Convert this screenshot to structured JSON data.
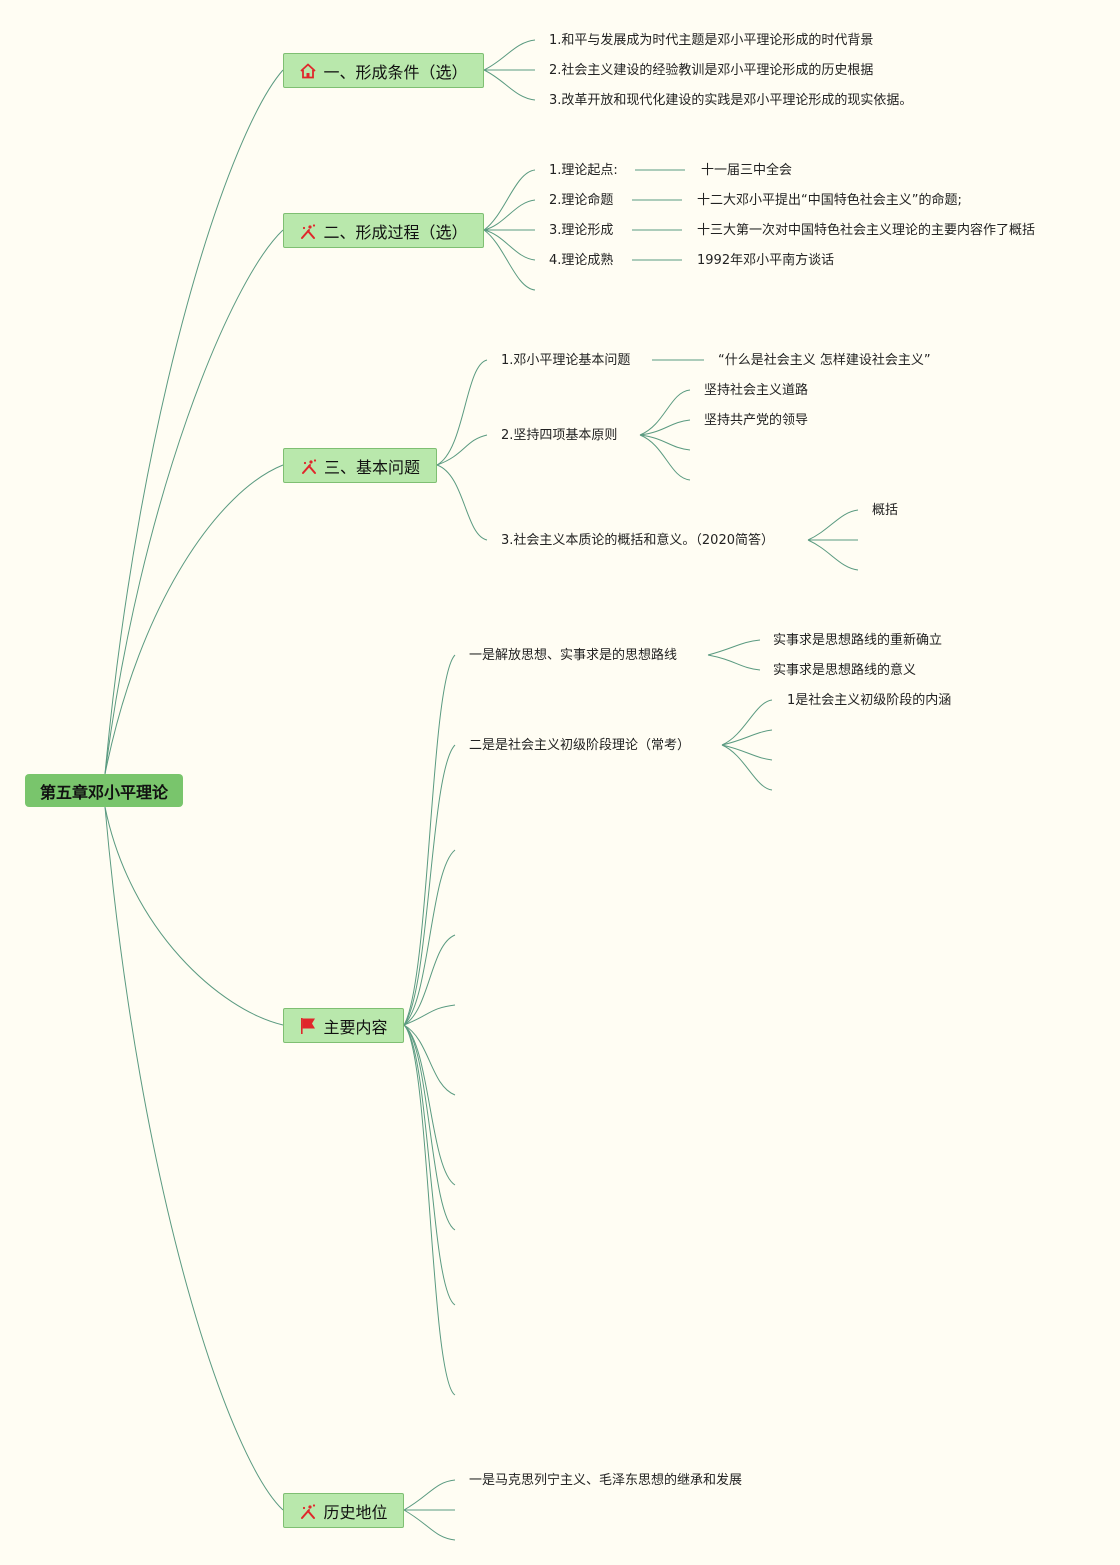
{
  "root": {
    "label": "第五章邓小平理论"
  },
  "branches": {
    "b1": {
      "label": "一、形成条件（选）",
      "icon": "home-icon",
      "items": [
        "1.和平与发展成为时代主题是邓小平理论形成的时代背景",
        "2.社会主义建设的经验教训是邓小平理论形成的历史根据",
        "3.改革开放和现代化建设的实践是邓小平理论形成的现实依据。"
      ]
    },
    "b2": {
      "label": "二、形成过程（选）",
      "icon": "tools-icon",
      "items": [
        {
          "label": "1.理论起点:",
          "detail": "十一届三中全会"
        },
        {
          "label": "2.理论命题",
          "detail": "十二大邓小平提出“中国特色社会主义”的命题;"
        },
        {
          "label": "3.理论形成",
          "detail": "十三大第一次对中国特色社会主义理论的主要内容作了概括"
        },
        {
          "label": "4.理论成熟",
          "detail": "1992年邓小平南方谈话"
        }
      ]
    },
    "b3": {
      "label": "三、基本问题",
      "icon": "tools-icon",
      "items": {
        "q1": {
          "label": "1.邓小平理论基本问题",
          "detail": "“什么是社会主义 怎样建设社会主义”"
        },
        "q2": {
          "label": "2.坚持四项基本原则",
          "children": [
            "坚持社会主义道路",
            "坚持共产党的领导"
          ]
        },
        "q3": {
          "label": "3.社会主义本质论的概括和意义。（2020简答）",
          "children": [
            "概括"
          ]
        }
      }
    },
    "b4": {
      "label": "主要内容",
      "icon": "flag-icon",
      "items": {
        "c1": {
          "label": "一是解放思想、实事求是的思想路线",
          "children": [
            "实事求是思想路线的重新确立",
            "实事求是思想路线的意义"
          ]
        },
        "c2": {
          "label": "二是是社会主义初级阶段理论（常考）",
          "children": [
            "1是社会主义初级阶段的内涵"
          ]
        }
      }
    },
    "b5": {
      "label": "历史地位",
      "icon": "tools-icon",
      "items": [
        "一是马克思列宁主义、毛泽东思想的继承和发展"
      ]
    }
  },
  "colors": {
    "root_fill": "#79c56c",
    "branch_fill": "#b9e8ac",
    "branch_border": "#7fbf72",
    "link": "#5a9a80",
    "background": "#fffdf3",
    "icon_red": "#e0262b"
  }
}
